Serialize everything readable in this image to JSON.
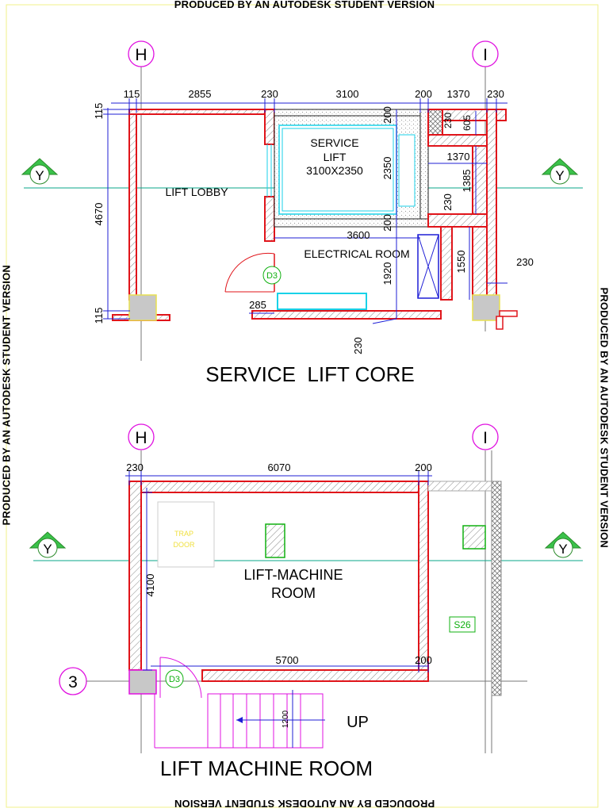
{
  "watermark": "PRODUCED BY AN AUTODESK STUDENT VERSION",
  "colors": {
    "wall": "#e0141a",
    "dimension": "#1f1fd6",
    "grid_bubble": "#e010e0",
    "section_line": "#08a78a",
    "door_tag": "#10b010",
    "cyan": "#18d2e8",
    "border": "#f2f28a"
  },
  "plan1": {
    "title": "SERVICE  LIFT CORE",
    "grid_h": "H",
    "grid_i": "I",
    "section_marker": "Y",
    "room_lobby": "LIFT LOBBY",
    "lift_label": [
      "SERVICE",
      "LIFT",
      "3100X2350"
    ],
    "room_electrical": "ELECTRICAL ROOM",
    "door_tag": "D3",
    "dims": {
      "top": [
        "115",
        "2855",
        "230",
        "3100",
        "200",
        "1370",
        "230"
      ],
      "left_115_top": "115",
      "left_4670": "4670",
      "left_115_bottom": "115",
      "d200a": "200",
      "d2350": "2350",
      "d200b": "200",
      "d3600": "3600",
      "d1920": "1920",
      "d230_small": "230",
      "d605": "605",
      "d1370_mid": "1370",
      "d1385": "1385",
      "d230_mid": "230",
      "d1550": "1550",
      "d230_right": "230",
      "d285": "285",
      "d230_bottom": "230"
    }
  },
  "plan2": {
    "title": "LIFT MACHINE ROOM",
    "grid_h": "H",
    "grid_i": "I",
    "grid_3": "3",
    "section_marker": "Y",
    "room_label": [
      "LIFT-MACHINE",
      "ROOM"
    ],
    "trap_door": [
      "TRAP",
      "DOOR"
    ],
    "door_tag": "D3",
    "tag_s26": "S26",
    "stair_label": "UP",
    "dims": {
      "d230": "230",
      "d6070": "6070",
      "d200_top": "200",
      "d4100": "4100",
      "d5700": "5700",
      "d200_bottom": "200",
      "d1200": "1200"
    }
  }
}
